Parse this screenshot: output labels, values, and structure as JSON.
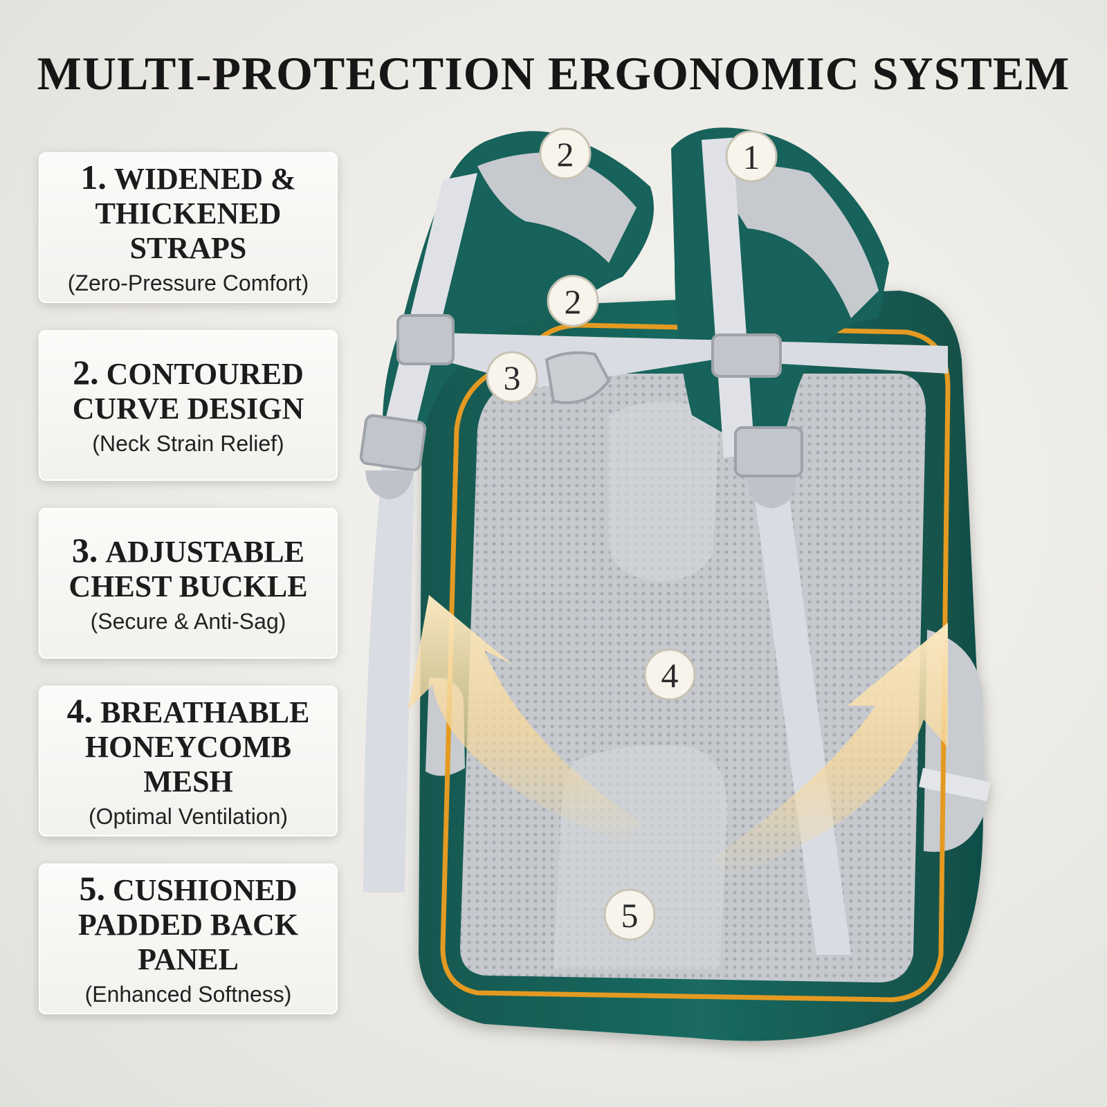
{
  "headline": "MULTI-PROTECTION ERGONOMIC SYSTEM",
  "features": [
    {
      "number": "1.",
      "line1": "WIDENED &",
      "line2": "THICKENED STRAPS",
      "subtitle": "(Zero-Pressure Comfort)"
    },
    {
      "number": "2.",
      "line1": "CONTOURED",
      "line2": "CURVE DESIGN",
      "subtitle": "(Neck Strain Relief)"
    },
    {
      "number": "3.",
      "line1": "ADJUSTABLE",
      "line2": "CHEST BUCKLE",
      "subtitle": "(Secure & Anti-Sag)"
    },
    {
      "number": "4.",
      "line1": "BREATHABLE",
      "line2": "HONEYCOMB MESH",
      "subtitle": "(Optimal Ventilation)"
    },
    {
      "number": "5.",
      "line1": "CUSHIONED",
      "line2": "PADDED BACK PANEL",
      "subtitle": "(Enhanced Softness)"
    }
  ],
  "badges": [
    "1",
    "2",
    "2",
    "3",
    "4",
    "5"
  ],
  "colors": {
    "bag_green": "#17625a",
    "trim_orange": "#e49a22",
    "mesh_grey": "#c9ccd1",
    "strap_light": "#d9dce2",
    "arrow_yellow": "#f7d89a"
  },
  "image": {
    "subject": "backpack-back-view-icon"
  }
}
